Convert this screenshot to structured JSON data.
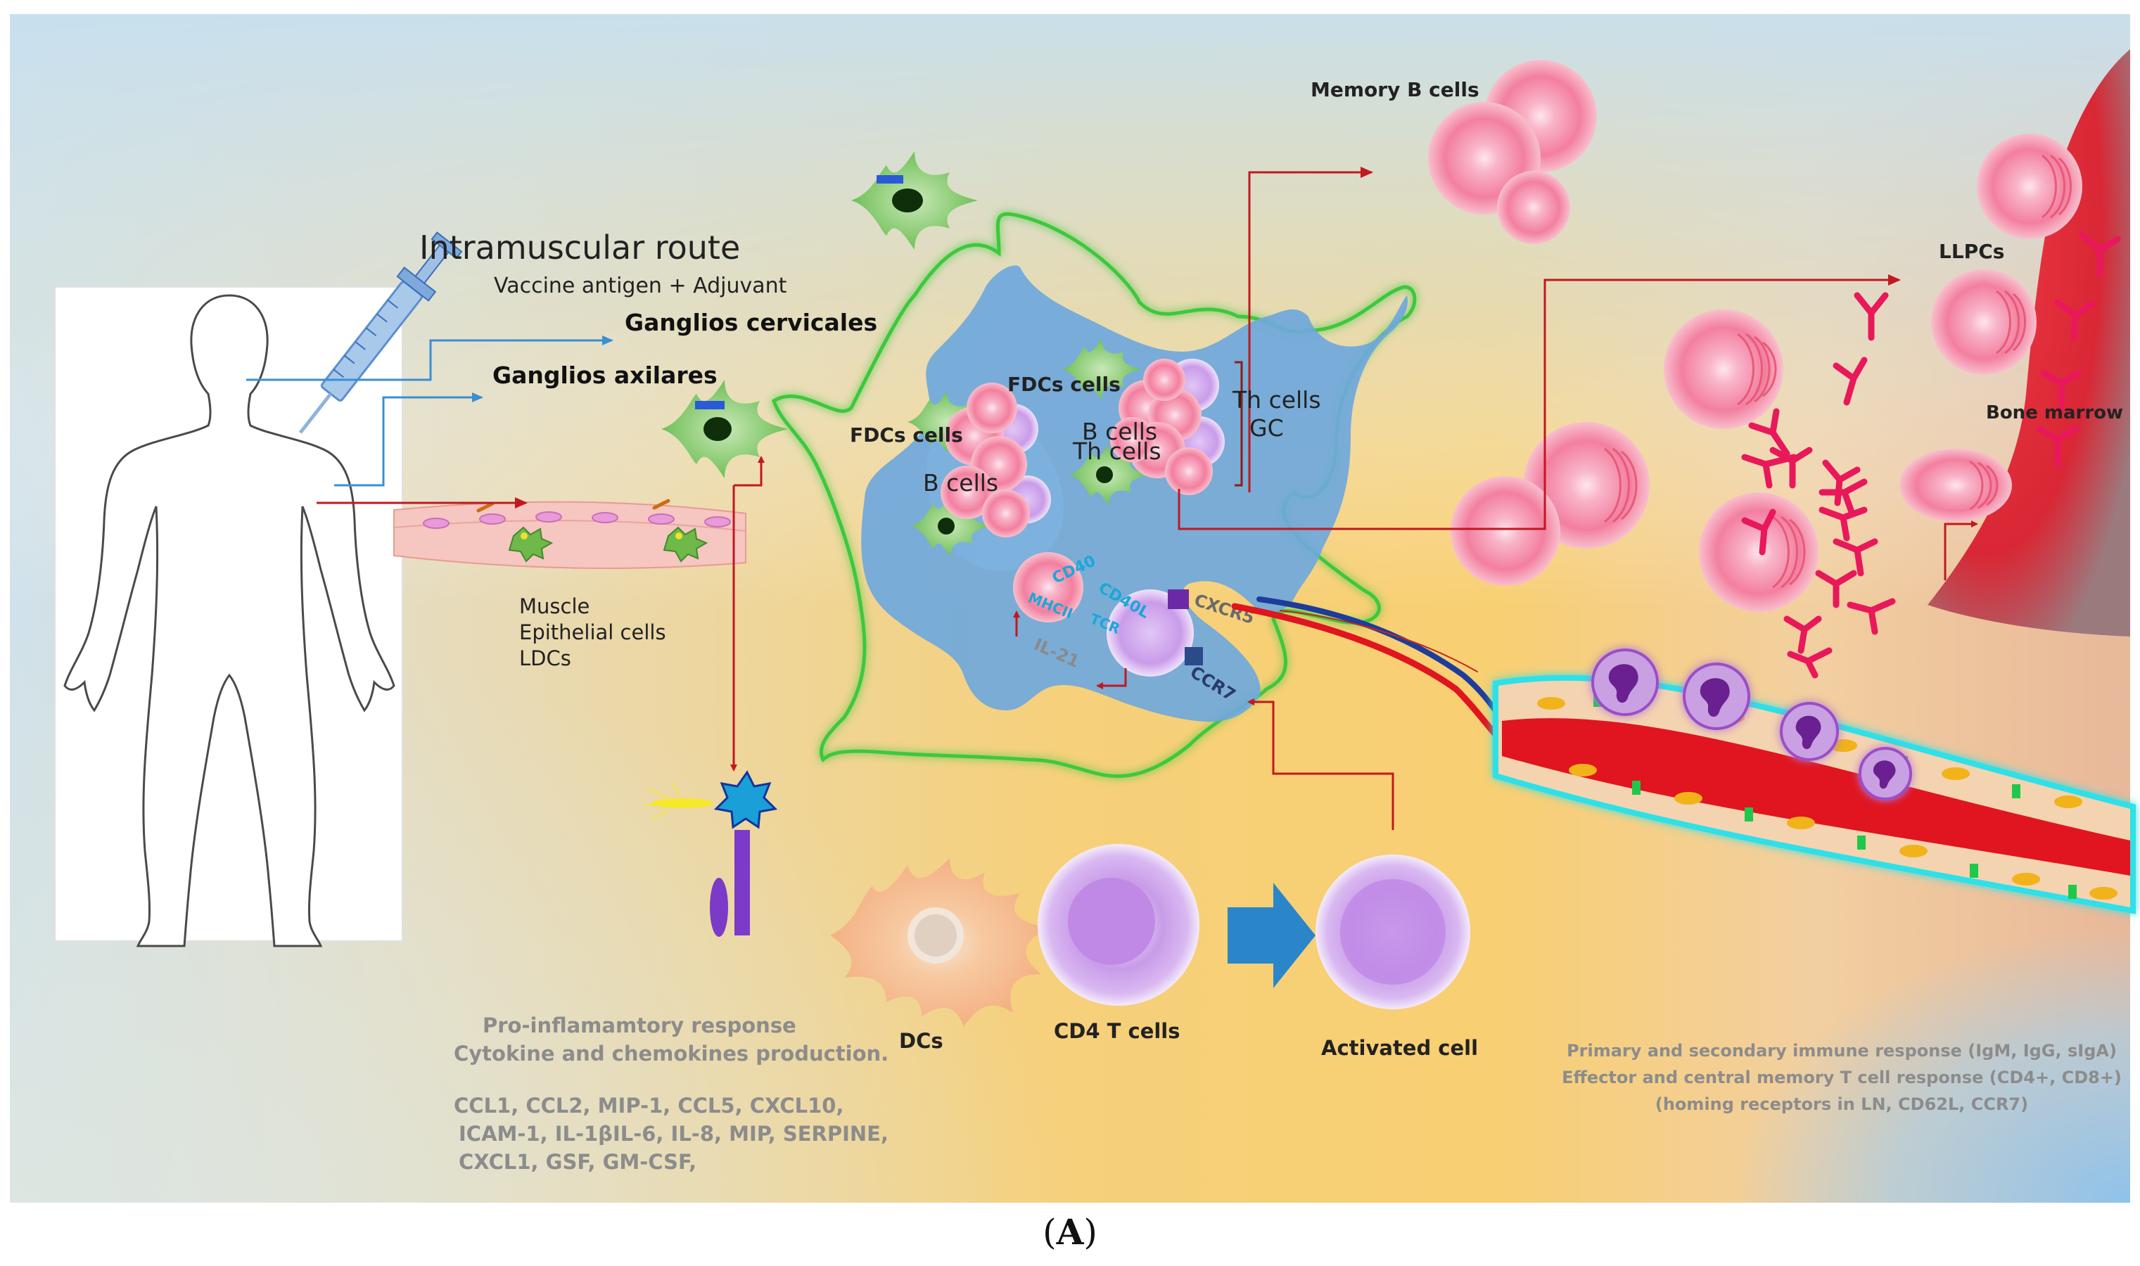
{
  "route": {
    "title": "Intramuscular route",
    "subtitle": "Vaccine antigen + Adjuvant",
    "cervical": "Ganglios cervicales",
    "axillary": "Ganglios axilares"
  },
  "tissue": {
    "line1": "Muscle",
    "line2": "Epithelial cells",
    "line3": "LDCs"
  },
  "node": {
    "fdc_top": "FDCs cells",
    "fdc_left": "FDCs cells",
    "b_cells_right": "B cells",
    "b_cells_left": "B cells",
    "th_cells_inner": "Th cells",
    "th_cells": "Th cells",
    "gc": "GC",
    "cd40": "CD40",
    "cd40l": "CD40L",
    "mhcii": "MHCII",
    "tcr": "TCR",
    "il21": "IL-21",
    "cxcr5": "CXCR5",
    "ccr7": "CCR7"
  },
  "right": {
    "memory_b": "Memory B cells",
    "llpcs": "LLPCs",
    "bone_marrow": "Bone marrow"
  },
  "bottom": {
    "dcs": "DCs",
    "cd4": "CD4 T cells",
    "activated": "Activated cell"
  },
  "response": {
    "line1": "Pro-inflamamtory response",
    "line2": "Cytokine and chemokines production.",
    "line3": "CCL1, CCL2, MIP-1, CCL5, CXCL10,",
    "line4": "ICAM-1, IL-1βIL-6, IL-8, MIP, SERPINE,",
    "line5": "CXCL1, GSF, GM-CSF,"
  },
  "immune": {
    "line1": "Primary and secondary immune response (IgM, IgG, sIgA)",
    "line2": "Effector and central memory T cell response (CD4+, CD8+)",
    "line3": "(homing receptors in LN, CD62L, CCR7)"
  },
  "caption": {
    "open": "(",
    "letter": "A",
    "close": ")"
  },
  "colors": {
    "arrow_red": "#c0191f",
    "arrow_blue": "#3a8fd0",
    "node_blue": "#6fa8dc",
    "node_outline": "#3cc83c",
    "antibody": "#e8185a",
    "vessel_red": "#e0151f",
    "vessel_glow": "#2de0e8"
  }
}
